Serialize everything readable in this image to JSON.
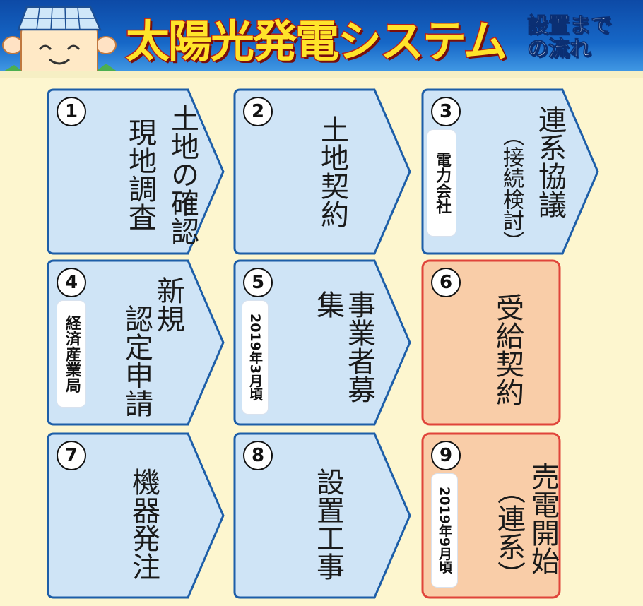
{
  "header": {
    "title": "太陽光発電システム",
    "subtitle_line1": "設置まで",
    "subtitle_line2": "の流れ"
  },
  "colors": {
    "header_blue": "#1667c7",
    "title_yellow": "#ffe42a",
    "title_outline": "#b8201c",
    "step_fill": "#cfe4f6",
    "step_border": "#1d5ea8",
    "highlight_fill": "#f9cda8",
    "highlight_border": "#e0443a",
    "background": "#fdf6cf"
  },
  "steps": [
    {
      "num": "1",
      "line1": "土地の確認",
      "line2": "現地調査",
      "badge": "",
      "highlight": false,
      "shape": "arrow"
    },
    {
      "num": "2",
      "line1": "土地契約",
      "line2": "",
      "badge": "",
      "highlight": false,
      "shape": "arrow"
    },
    {
      "num": "3",
      "line1": "連系協議",
      "line2": "（接続検討）",
      "badge": "電力会社",
      "highlight": false,
      "shape": "arrow"
    },
    {
      "num": "4",
      "line1": "新規",
      "line2": "認定申請",
      "badge": "経済産業局",
      "highlight": false,
      "shape": "arrow"
    },
    {
      "num": "5",
      "line1": "事業者募集",
      "line2": "",
      "badge": "2019年3月頃",
      "highlight": false,
      "shape": "arrow"
    },
    {
      "num": "6",
      "line1": "受給契約",
      "line2": "",
      "badge": "",
      "highlight": true,
      "shape": "rect"
    },
    {
      "num": "7",
      "line1": "機器発注",
      "line2": "",
      "badge": "",
      "highlight": false,
      "shape": "arrow"
    },
    {
      "num": "8",
      "line1": "設置工事",
      "line2": "",
      "badge": "",
      "highlight": false,
      "shape": "arrow"
    },
    {
      "num": "9",
      "line1": "売電開始",
      "line2": "（連系）",
      "badge": "2019年9月頃",
      "highlight": true,
      "shape": "rect"
    }
  ]
}
